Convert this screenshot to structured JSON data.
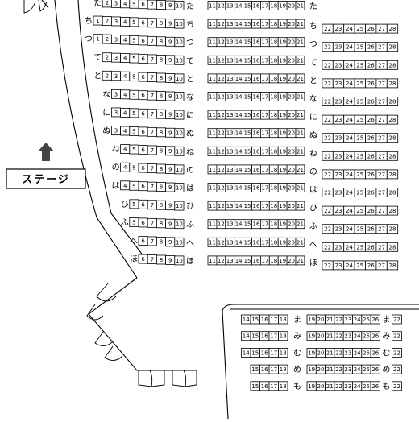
{
  "stage": {
    "label": "ステージ"
  },
  "upper_rows": [
    {
      "row": "た",
      "left": [
        2,
        3,
        4,
        5,
        6,
        7,
        8,
        9,
        10
      ],
      "center": [
        11,
        12,
        13,
        14,
        15,
        16,
        17,
        18,
        19,
        20,
        21
      ],
      "right": []
    },
    {
      "row": "ち",
      "left": [
        1,
        2,
        3,
        4,
        5,
        6,
        7,
        8,
        9,
        10
      ],
      "center": [
        11,
        12,
        13,
        14,
        15,
        16,
        17,
        18,
        19,
        20,
        21
      ],
      "right": [
        22,
        23,
        24,
        25,
        26,
        27,
        28
      ]
    },
    {
      "row": "つ",
      "left": [
        1,
        2,
        3,
        4,
        5,
        6,
        7,
        8,
        9,
        10
      ],
      "center": [
        11,
        12,
        13,
        14,
        15,
        16,
        17,
        18,
        19,
        20,
        21
      ],
      "right": [
        22,
        23,
        24,
        25,
        26,
        27,
        28
      ]
    },
    {
      "row": "て",
      "left": [
        2,
        3,
        4,
        5,
        6,
        7,
        8,
        9,
        10
      ],
      "center": [
        11,
        12,
        13,
        14,
        15,
        16,
        17,
        18,
        19,
        20,
        21
      ],
      "right": [
        22,
        23,
        24,
        25,
        26,
        27,
        28
      ]
    },
    {
      "row": "と",
      "left": [
        2,
        3,
        4,
        5,
        6,
        7,
        8,
        9,
        10
      ],
      "center": [
        11,
        12,
        13,
        14,
        15,
        16,
        17,
        18,
        19,
        20,
        21
      ],
      "right": [
        22,
        23,
        24,
        25,
        26,
        27,
        28
      ]
    },
    {
      "row": "な",
      "left": [
        3,
        4,
        5,
        6,
        7,
        8,
        9,
        10
      ],
      "center": [
        11,
        12,
        13,
        14,
        15,
        16,
        17,
        18,
        19,
        20,
        21
      ],
      "right": [
        22,
        23,
        24,
        25,
        26,
        27,
        28
      ]
    },
    {
      "row": "に",
      "left": [
        3,
        4,
        5,
        6,
        7,
        8,
        9,
        10
      ],
      "center": [
        11,
        12,
        13,
        14,
        15,
        16,
        17,
        18,
        19,
        20,
        21
      ],
      "right": [
        22,
        23,
        24,
        25,
        26,
        27,
        28
      ]
    },
    {
      "row": "ぬ",
      "left": [
        3,
        4,
        5,
        6,
        7,
        8,
        9,
        10
      ],
      "center": [
        11,
        12,
        13,
        14,
        15,
        16,
        17,
        18,
        19,
        20,
        21
      ],
      "right": [
        22,
        23,
        24,
        25,
        26,
        27,
        28
      ]
    },
    {
      "row": "ね",
      "left": [
        4,
        5,
        6,
        7,
        8,
        9,
        10
      ],
      "center": [
        11,
        12,
        13,
        14,
        15,
        16,
        17,
        18,
        19,
        20,
        21
      ],
      "right": [
        22,
        23,
        24,
        25,
        26,
        27,
        28
      ]
    },
    {
      "row": "の",
      "left": [
        4,
        5,
        6,
        7,
        8,
        9,
        10
      ],
      "center": [
        11,
        12,
        13,
        14,
        15,
        16,
        17,
        18,
        19,
        20,
        21
      ],
      "right": [
        22,
        23,
        24,
        25,
        26,
        27,
        28
      ]
    },
    {
      "row": "は",
      "left": [
        4,
        5,
        6,
        7,
        8,
        9,
        10
      ],
      "center": [
        11,
        12,
        13,
        14,
        15,
        16,
        17,
        18,
        19,
        20,
        21
      ],
      "right": [
        22,
        23,
        24,
        25,
        26,
        27,
        28
      ]
    },
    {
      "row": "ひ",
      "left": [
        5,
        6,
        7,
        8,
        9,
        10
      ],
      "center": [
        11,
        12,
        13,
        14,
        15,
        16,
        17,
        18,
        19,
        20,
        21
      ],
      "right": [
        22,
        23,
        24,
        25,
        26,
        27,
        28
      ]
    },
    {
      "row": "ふ",
      "left": [
        5,
        6,
        7,
        8,
        9,
        10
      ],
      "center": [
        11,
        12,
        13,
        14,
        15,
        16,
        17,
        18,
        19,
        20,
        21
      ],
      "right": [
        22,
        23,
        24,
        25,
        26,
        27,
        28
      ]
    },
    {
      "row": "へ",
      "left": [
        6,
        7,
        8,
        9,
        10
      ],
      "center": [
        11,
        12,
        13,
        14,
        15,
        16,
        17,
        18,
        19,
        20,
        21
      ],
      "right": [
        22,
        23,
        24,
        25,
        26,
        27,
        28
      ]
    },
    {
      "row": "ほ",
      "left": [
        6,
        7,
        8,
        9,
        10
      ],
      "center": [
        11,
        12,
        13,
        14,
        15,
        16,
        17,
        18,
        19,
        20,
        21
      ],
      "right": [
        22,
        23,
        24,
        25,
        26,
        27,
        28
      ]
    }
  ],
  "balcony_rows": [
    {
      "row": "ま",
      "left": [
        14,
        15,
        16,
        17,
        18
      ],
      "right": [
        19,
        20,
        21,
        22,
        23,
        24,
        25,
        26
      ],
      "edge": "22"
    },
    {
      "row": "み",
      "left": [
        14,
        15,
        16,
        17,
        18
      ],
      "right": [
        19,
        20,
        21,
        22,
        23,
        24,
        25,
        26
      ],
      "edge": "22"
    },
    {
      "row": "む",
      "left": [
        14,
        15,
        16,
        17,
        18
      ],
      "right": [
        19,
        20,
        21,
        22,
        23,
        24,
        25,
        26
      ],
      "edge": "22"
    },
    {
      "row": "め",
      "left": [
        15,
        16,
        17,
        18
      ],
      "right": [
        19,
        20,
        21,
        22,
        23,
        24,
        25,
        26
      ],
      "edge": "22"
    },
    {
      "row": "も",
      "left": [
        15,
        16,
        17,
        18
      ],
      "right": [
        19,
        20,
        21,
        22,
        23,
        24,
        25,
        26
      ],
      "edge": "22"
    }
  ]
}
